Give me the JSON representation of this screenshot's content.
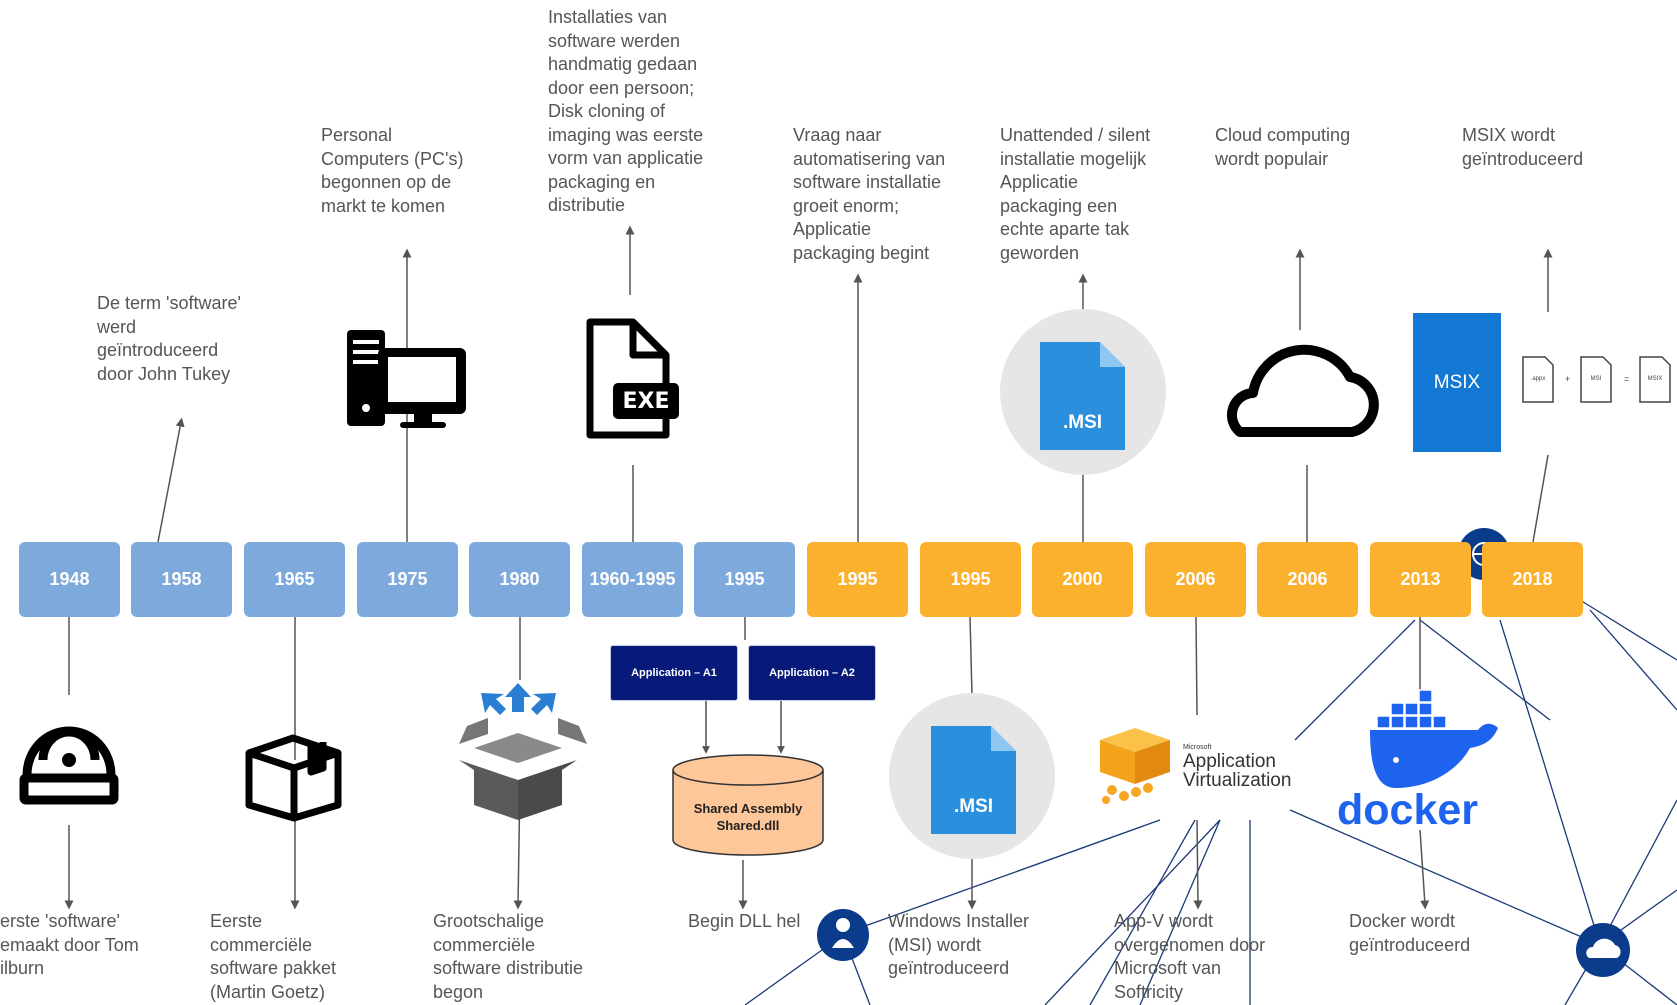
{
  "top_texts": [
    {
      "id": "1958",
      "text": "De term 'software'\nwerd\ngeïntroduceerd\ndoor John Tukey"
    },
    {
      "id": "1975",
      "text": "Personal\nComputers (PC's)\nbegonnen op de\nmarkt te komen"
    },
    {
      "id": "1960-1995",
      "text": "Installaties van\nsoftware werden\nhandmatig gedaan\ndoor een persoon;\nDisk cloning of\nimaging was eerste\nvorm van applicatie\npackaging en\ndistributie"
    },
    {
      "id": "1995",
      "text": "Vraag naar\nautomatisering van\nsoftware installatie\ngroeit enorm;\nApplicatie\npackaging begint"
    },
    {
      "id": "2000",
      "text": "Unattended / silent\ninstallatie mogelijk\nApplicatie\npackaging een\nechte aparte tak\ngeworden"
    },
    {
      "id": "2006",
      "text": "Cloud computing\nwordt populair"
    },
    {
      "id": "2018",
      "text": "MSIX wordt\ngeïntroduceerd"
    }
  ],
  "bottom_texts": [
    {
      "id": "1948",
      "text": "erste 'software'\nemaakt door Tom\nilburn"
    },
    {
      "id": "1965",
      "text": "Eerste\ncommerciële\nsoftware pakket\n(Martin Goetz)"
    },
    {
      "id": "1980",
      "text": "Grootschalige\ncommerciële\nsoftware distributie\nbegon"
    },
    {
      "id": "1995",
      "text": "Begin DLL hel"
    },
    {
      "id": "1995b",
      "text": "Windows Installer\n(MSI) wordt\ngeïntroduceerd"
    },
    {
      "id": "2006",
      "text": "App-V wordt\novergenomen door\nMicrosoft van\nSoftricity"
    },
    {
      "id": "2013",
      "text": "Docker wordt\ngeïntroduceerd"
    }
  ],
  "years": [
    {
      "label": "1948",
      "color": "blue"
    },
    {
      "label": "1958",
      "color": "blue"
    },
    {
      "label": "1965",
      "color": "blue"
    },
    {
      "label": "1975",
      "color": "blue"
    },
    {
      "label": "1980",
      "color": "blue"
    },
    {
      "label": "1960-1995",
      "color": "blue"
    },
    {
      "label": "1995",
      "color": "blue"
    },
    {
      "label": "1995",
      "color": "orange"
    },
    {
      "label": "1995",
      "color": "orange"
    },
    {
      "label": "2000",
      "color": "orange"
    },
    {
      "label": "2006",
      "color": "orange"
    },
    {
      "label": "2006",
      "color": "orange"
    },
    {
      "label": "2013",
      "color": "orange"
    },
    {
      "label": "2018",
      "color": "orange"
    }
  ],
  "dll_diagram": {
    "app_a1": "Application – A1",
    "app_a2": "Application – A2",
    "shared_line1": "Shared Assembly",
    "shared_line2": "Shared.dll"
  },
  "icons": {
    "exe_label": "EXE",
    "msi_label": ".MSI",
    "appv_small": "Microsoft",
    "appv_line1": "Application",
    "appv_line2": "Virtualization",
    "docker_label": "docker",
    "msix_tile": "MSIX",
    "msix_files": [
      ".appx",
      "MSI",
      "MSIX"
    ],
    "msix_ops": [
      "+",
      "="
    ]
  },
  "colors": {
    "blue": "#7ea9dc",
    "orange": "#fbb12d",
    "text": "#555555",
    "arrow": "#555555",
    "network": "#1b3a78",
    "msi": "#2a8fdc",
    "docker": "#1d63ed",
    "app_box": "#071a7a",
    "cylinder": "#fdc79a"
  }
}
